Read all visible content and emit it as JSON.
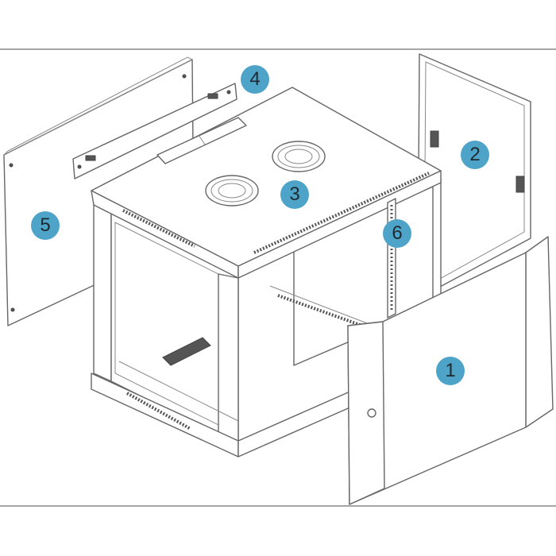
{
  "diagram": {
    "callouts": [
      {
        "id": "1",
        "part": "front-door"
      },
      {
        "id": "2",
        "part": "rear-door"
      },
      {
        "id": "3",
        "part": "top-fans"
      },
      {
        "id": "4",
        "part": "wall-mount-bracket"
      },
      {
        "id": "5",
        "part": "side-panel"
      },
      {
        "id": "6",
        "part": "mounting-rail"
      }
    ],
    "colors": {
      "badge": "#4ea3c8",
      "line": "#666666"
    }
  }
}
